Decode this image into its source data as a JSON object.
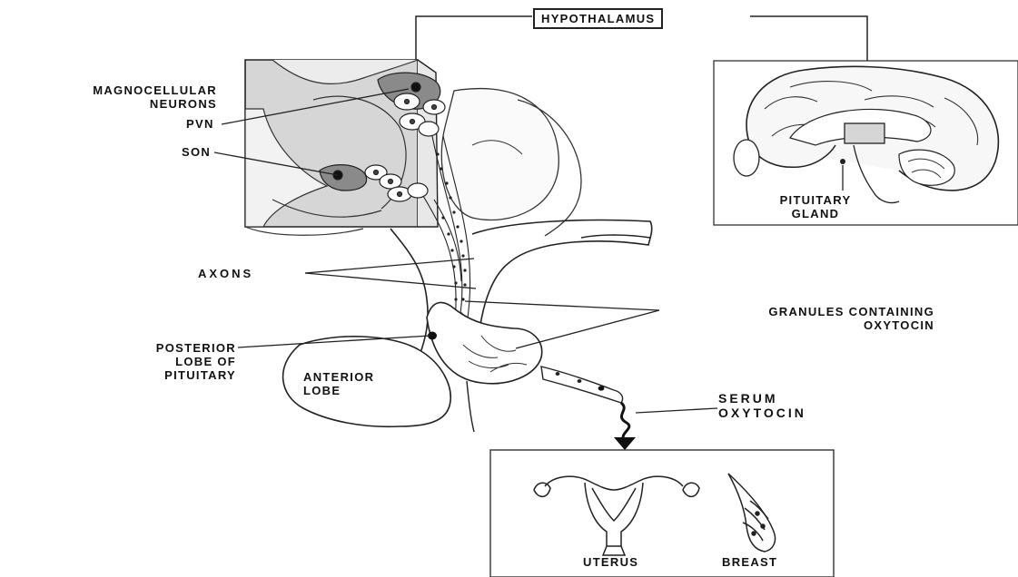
{
  "labels": {
    "hypothalamus": "HYPOTHALAMUS",
    "magnocellular_line1": "MAGNOCELLULAR",
    "magnocellular_line2": "NEURONS",
    "pvn": "PVN",
    "son": "SON",
    "axons": "AXONS",
    "granules_line1": "GRANULES CONTAINING",
    "granules_line2": "OXYTOCIN",
    "posterior_line1": "POSTERIOR",
    "posterior_line2": "LOBE OF",
    "posterior_line3": "PITUITARY",
    "anterior_line1": "ANTERIOR",
    "anterior_line2": "LOBE",
    "pituitary_line1": "PITUITARY",
    "pituitary_line2": "GLAND",
    "serum_line1": "SERUM",
    "serum_line2": "OXYTOCIN",
    "uterus": "UTERUS",
    "breast": "BREAST"
  },
  "colors": {
    "line": "#222222",
    "panel_gray": "#d6d6d6",
    "neuron_gray": "#8a8a8a",
    "nucleus": "#111111"
  }
}
